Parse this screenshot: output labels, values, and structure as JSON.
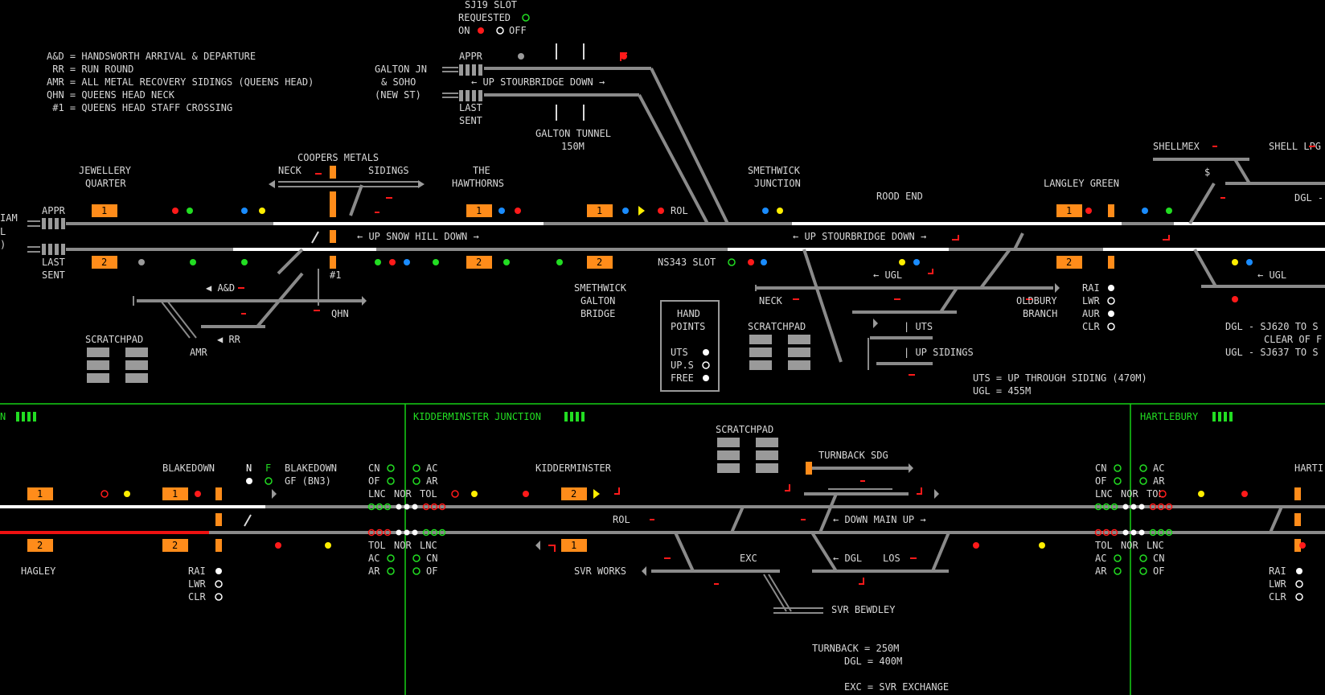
{
  "legend": {
    "lines": [
      "A&D = HANDSWORTH ARRIVAL & DEPARTURE",
      " RR = RUN ROUND",
      "AMR = ALL METAL RECOVERY SIDINGS (QUEENS HEAD)",
      "QHN = QUEENS HEAD NECK",
      " #1 = QUEENS HEAD STAFF CROSSING"
    ]
  },
  "slot": {
    "title": "SJ19 SLOT",
    "requested": "REQUESTED",
    "on": "ON",
    "off": "OFF"
  },
  "galton": {
    "jn_line1": "GALTON JN",
    "jn_line2": "& SOHO",
    "jn_line3": "(NEW ST)",
    "appr": "APPR",
    "last": "LAST",
    "sent": "SENT",
    "line_label": "← UP STOURBRIDGE DOWN →",
    "tunnel": "GALTON TUNNEL",
    "tunnel_len": "150M"
  },
  "top": {
    "jq1": "JEWELLERY",
    "jq2": "QUARTER",
    "coopers": "COOPERS METALS",
    "neck": "NECK",
    "sidings": "SIDINGS",
    "hawthorns1": "THE",
    "hawthorns2": "HAWTHORNS",
    "smethwick_jn1": "SMETHWICK",
    "smethwick_jn2": "JUNCTION",
    "rood_end": "ROOD END",
    "langley": "LANGLEY GREEN",
    "shellmex": "SHELLMEX",
    "shell_lpg": "SHELL LPG",
    "dollar": "$",
    "dgl": "DGL -",
    "appr": "APPR",
    "last": "LAST",
    "sent": "SENT",
    "snow_hill": "← UP SNOW HILL DOWN →",
    "stourbridge": "← UP STOURBRIDGE DOWN →",
    "rol": "ROL",
    "ns343": "NS343 SLOT",
    "hash1": "#1",
    "smethwick_gb1": "SMETHWICK",
    "smethwick_gb2": "GALTON",
    "smethwick_gb3": "BRIDGE",
    "ad": "◀ A&D",
    "rr": "◀ RR",
    "qhn": "QHN",
    "amr": "AMR",
    "scratchpad": "SCRATCHPAD",
    "ugl": "← UGL",
    "neck2": "NECK",
    "uts": "| UTS",
    "up_sidings": "| UP SIDINGS",
    "oldbury1": "OLDBURY",
    "oldbury2": "BRANCH",
    "ugl_right": "← UGL",
    "left_edge1": "IAM",
    "left_edge2": "L",
    "left_edge3": ")"
  },
  "hand_points": {
    "title1": "HAND",
    "title2": "POINTS",
    "rows": [
      "UTS",
      "UP.S",
      "FREE"
    ]
  },
  "indicators_top": [
    "RAI",
    "LWR",
    "AUR",
    "CLR"
  ],
  "notes_top": {
    "uts": "UTS = UP THROUGH SIDING (470M)",
    "ugl": "UGL = 455M",
    "dgl1": "DGL - SJ620 TO S",
    "dgl2": "CLEAR OF F",
    "ugl2": "UGL - SJ637 TO S"
  },
  "berths": {
    "b1": "1",
    "b2": "2"
  },
  "bottom": {
    "panel_left": "N",
    "panel_kidd": "KIDDERMINSTER JUNCTION",
    "panel_hart": "HARTLEBURY",
    "blakedown": "BLAKEDOWN",
    "blakedown_gf": "BLAKEDOWN",
    "gf": "GF (BN3)",
    "n": "N",
    "f": "F",
    "hagley": "HAGLEY",
    "kidderminster": "KIDDERMINSTER",
    "scratchpad": "SCRATCHPAD",
    "turnback": "TURNBACK SDG",
    "rol": "ROL",
    "down_main": "← DOWN MAIN UP →",
    "exc": "EXC",
    "svr_works": "SVR WORKS",
    "dgl": "← DGL",
    "los": "LOS",
    "svr_bewdley": "SVR BEWDLEY",
    "turnback_len": "TURNBACK = 250M",
    "dgl_len": "DGL = 400M",
    "exc_note": "EXC = SVR EXCHANGE",
    "harti": "HARTI",
    "cn": "CN",
    "of": "OF",
    "ac": "AC",
    "ar": "AR",
    "lnc": "LNC",
    "nor": "NOR",
    "tol": "TOL"
  },
  "indicators_bottom": [
    "RAI",
    "LWR",
    "CLR"
  ],
  "colors": {
    "background": "#000000",
    "text": "#d8d8d8",
    "track": "#8a8a8a",
    "track_set": "#ffffff",
    "track_occupied": "#ee1111",
    "berth": "#ff8c1a",
    "divider": "#16d016",
    "signal_red": "#ff1a1a",
    "signal_green": "#22dd22",
    "signal_yellow": "#ffee00",
    "signal_blue": "#1a8cff"
  }
}
